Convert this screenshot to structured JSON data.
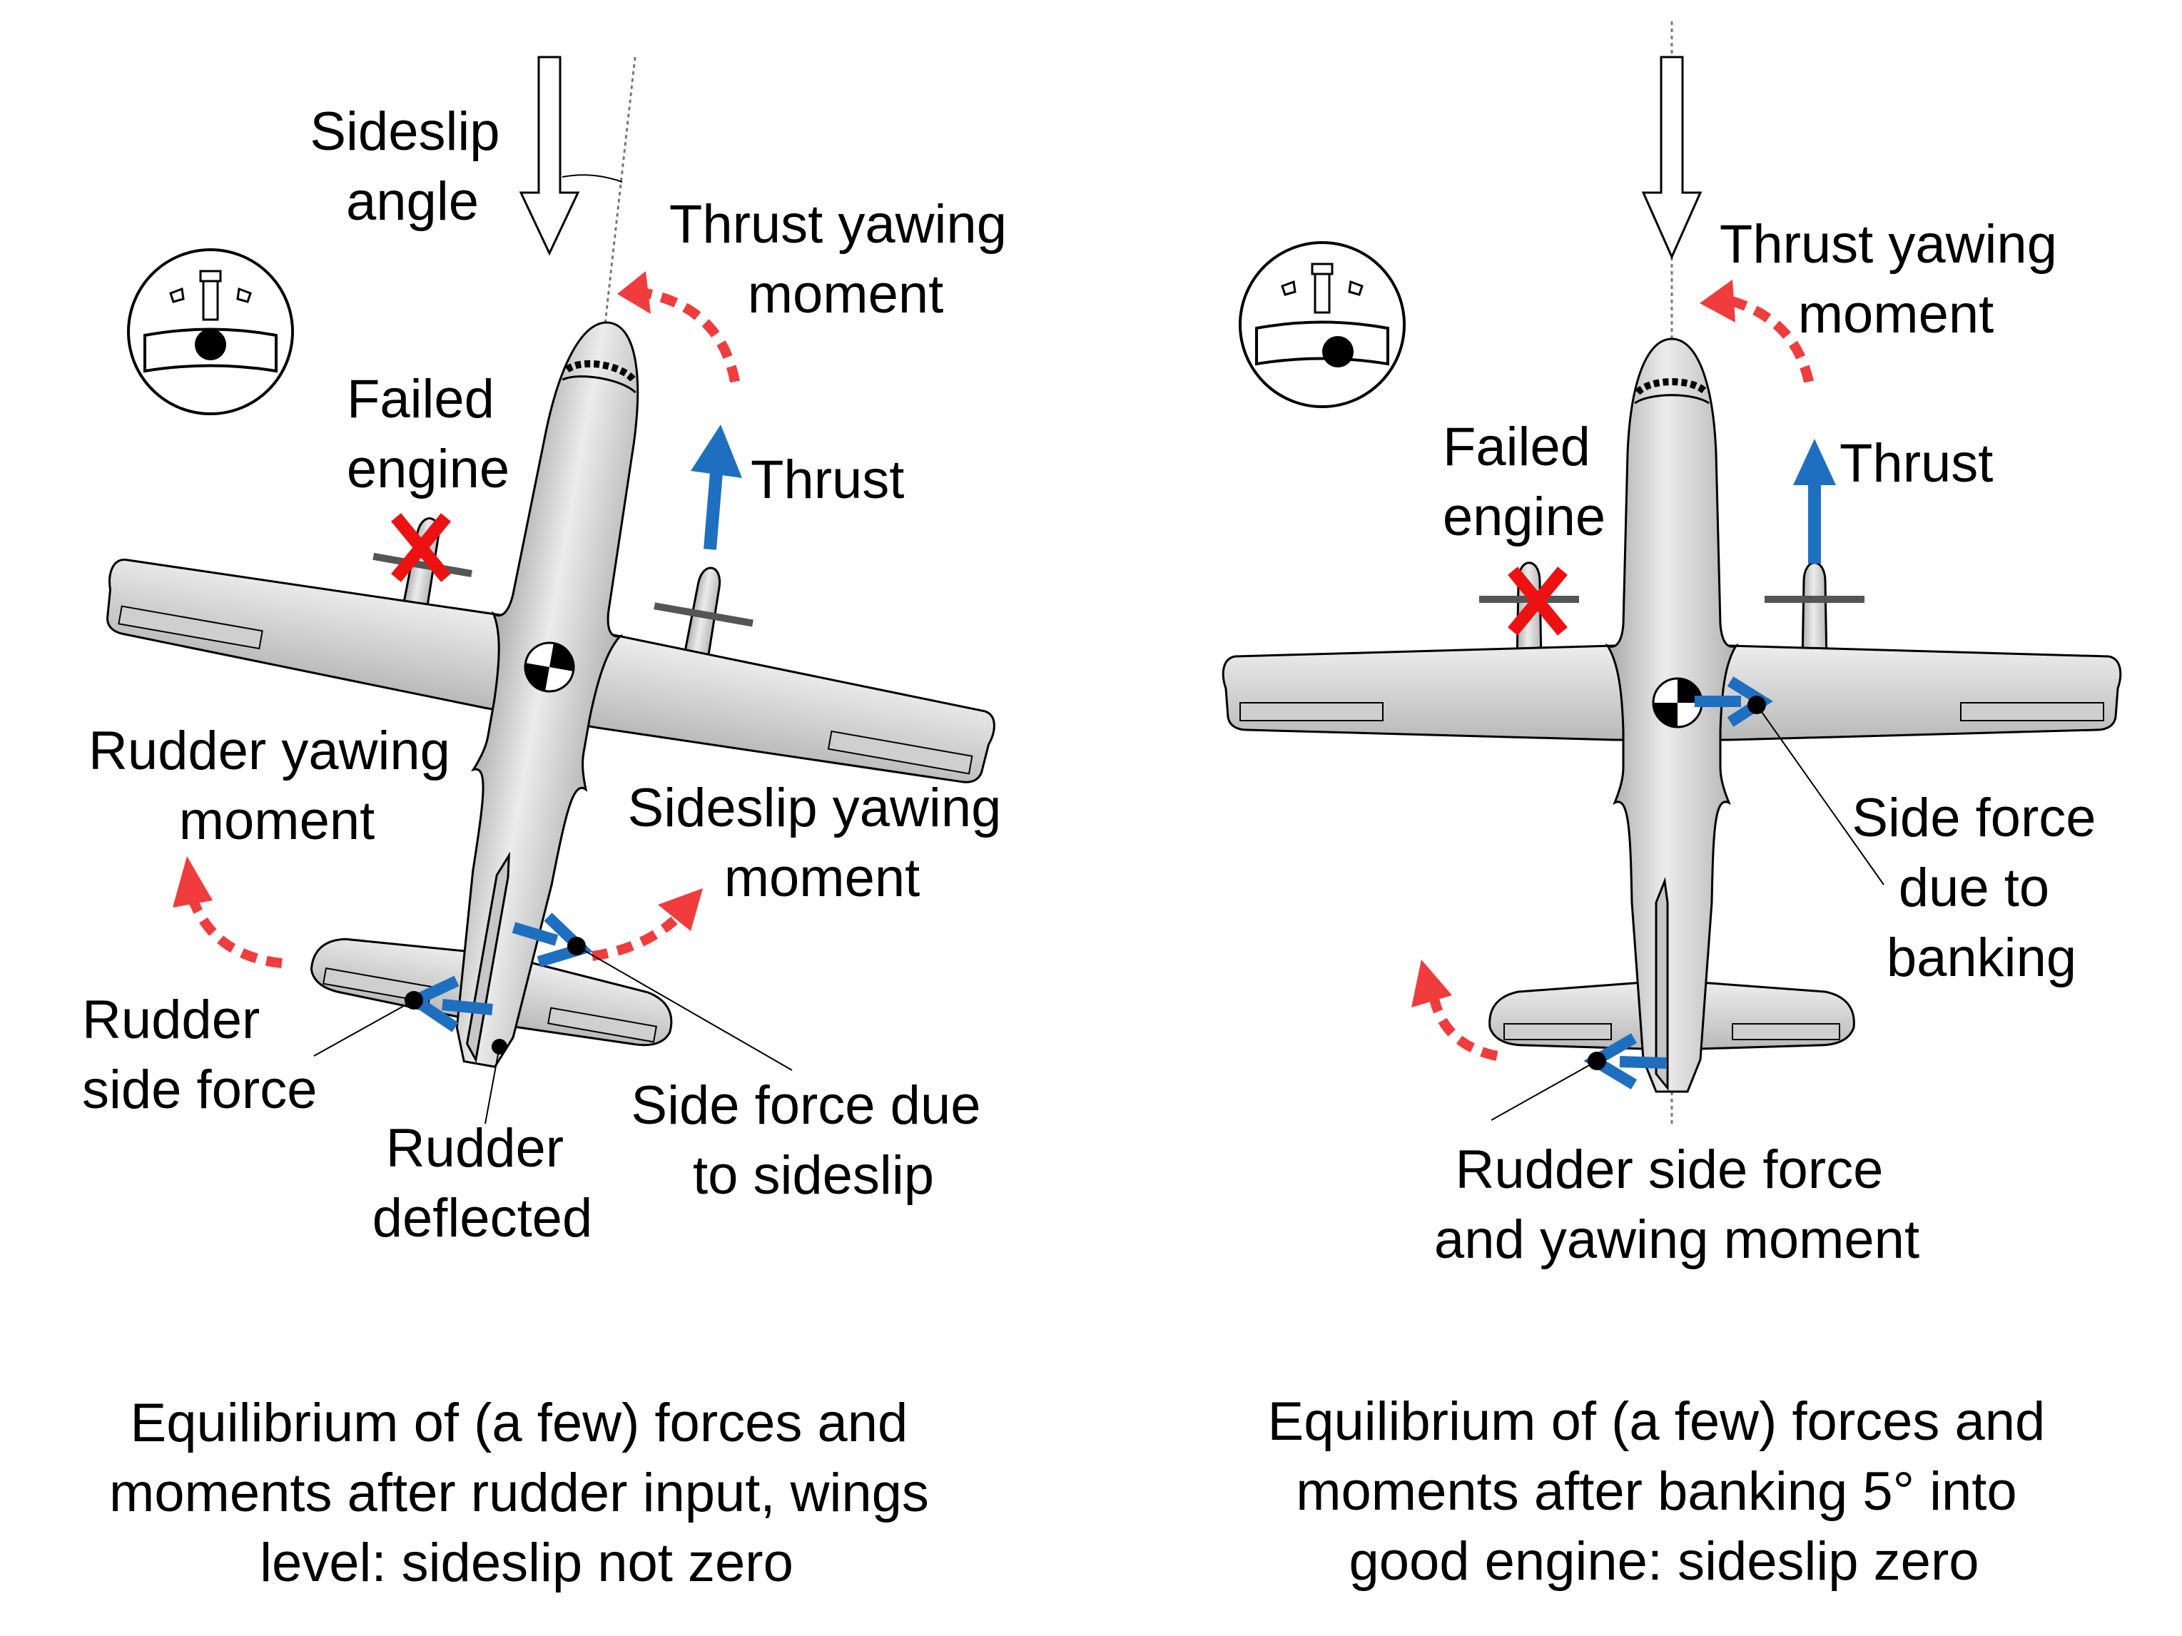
{
  "panel_left": {
    "sideslip_label": [
      "Sideslip",
      "angle"
    ],
    "thrust_yaw_label": [
      "Thrust yawing",
      "moment"
    ],
    "failed_engine_label": [
      "Failed",
      "engine"
    ],
    "thrust_label": "Thrust",
    "rudder_yaw_label": [
      "Rudder yawing",
      "moment"
    ],
    "sideslip_yaw_label": [
      "Sideslip yawing",
      "moment"
    ],
    "rudder_side_force_label": [
      "Rudder",
      "side force"
    ],
    "rudder_deflected_label": [
      "Rudder",
      "deflected"
    ],
    "side_force_sideslip_label": [
      "Side force due",
      "to sideslip"
    ],
    "caption": [
      "Equilibrium of (a few) forces and",
      "moments after rudder input, wings",
      "level: sideslip not zero"
    ]
  },
  "panel_right": {
    "thrust_yaw_label": [
      "Thrust yawing",
      "moment"
    ],
    "failed_engine_label": [
      "Failed",
      "engine"
    ],
    "thrust_label": "Thrust",
    "side_force_banking_label": [
      "Side force",
      "due to",
      "banking"
    ],
    "rudder_side_force_label": [
      "Rudder side force",
      "and yawing moment"
    ],
    "caption": [
      "Equilibrium of (a few) forces and",
      "moments after banking 5° into",
      "good engine: sideslip zero"
    ]
  },
  "colors": {
    "force_arrow": "#1f6fc0",
    "moment_arrow": "#f03c3c",
    "failed_mark": "#ee1111",
    "airframe_fill": "#d6d6d6",
    "propeller": "#555555"
  },
  "icons": {
    "failed_engine": "x-mark",
    "center_of_gravity": "cg-symbol",
    "slip_indicator": "turn-slip-indicator"
  }
}
